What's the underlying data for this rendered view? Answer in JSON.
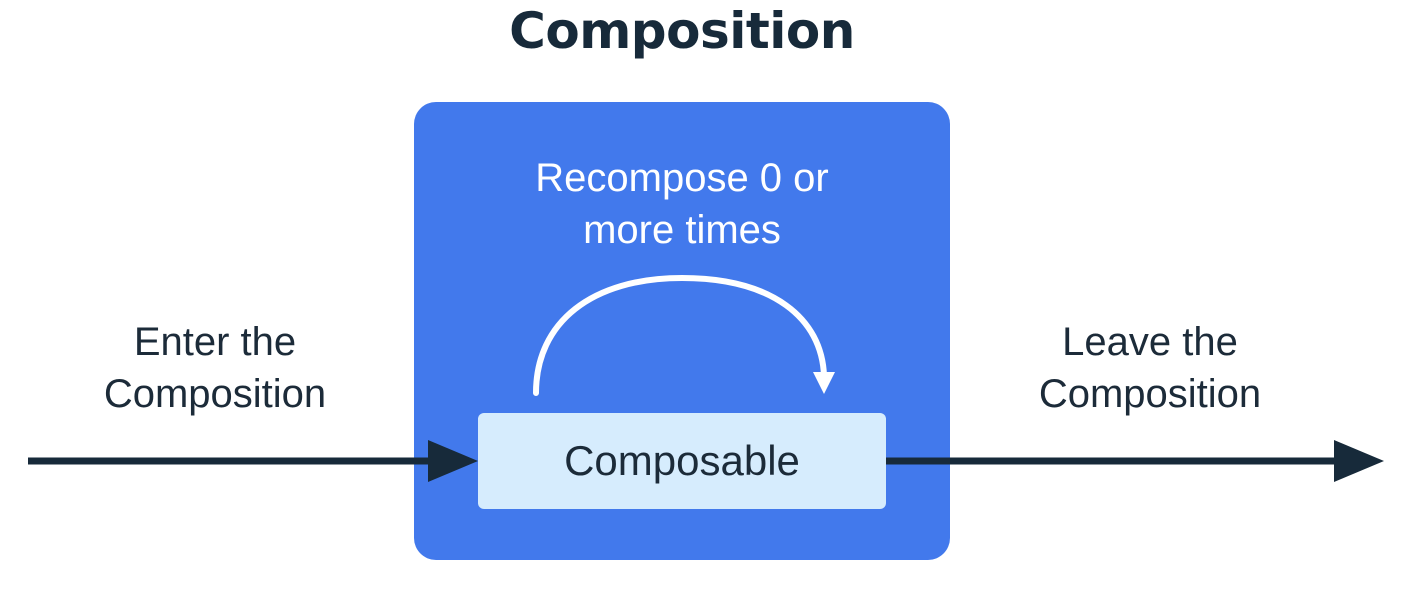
{
  "diagram": {
    "title": "Composition",
    "enter_label": "Enter the\nComposition",
    "leave_label": "Leave the\nComposition",
    "recompose_label": "Recompose 0 or\nmore times",
    "node_label": "Composable",
    "colors": {
      "container": "#4279ec",
      "node": "#d6ecfd",
      "text": "#1c2b39",
      "arrow": "#172a3a",
      "loop": "#ffffff"
    }
  }
}
